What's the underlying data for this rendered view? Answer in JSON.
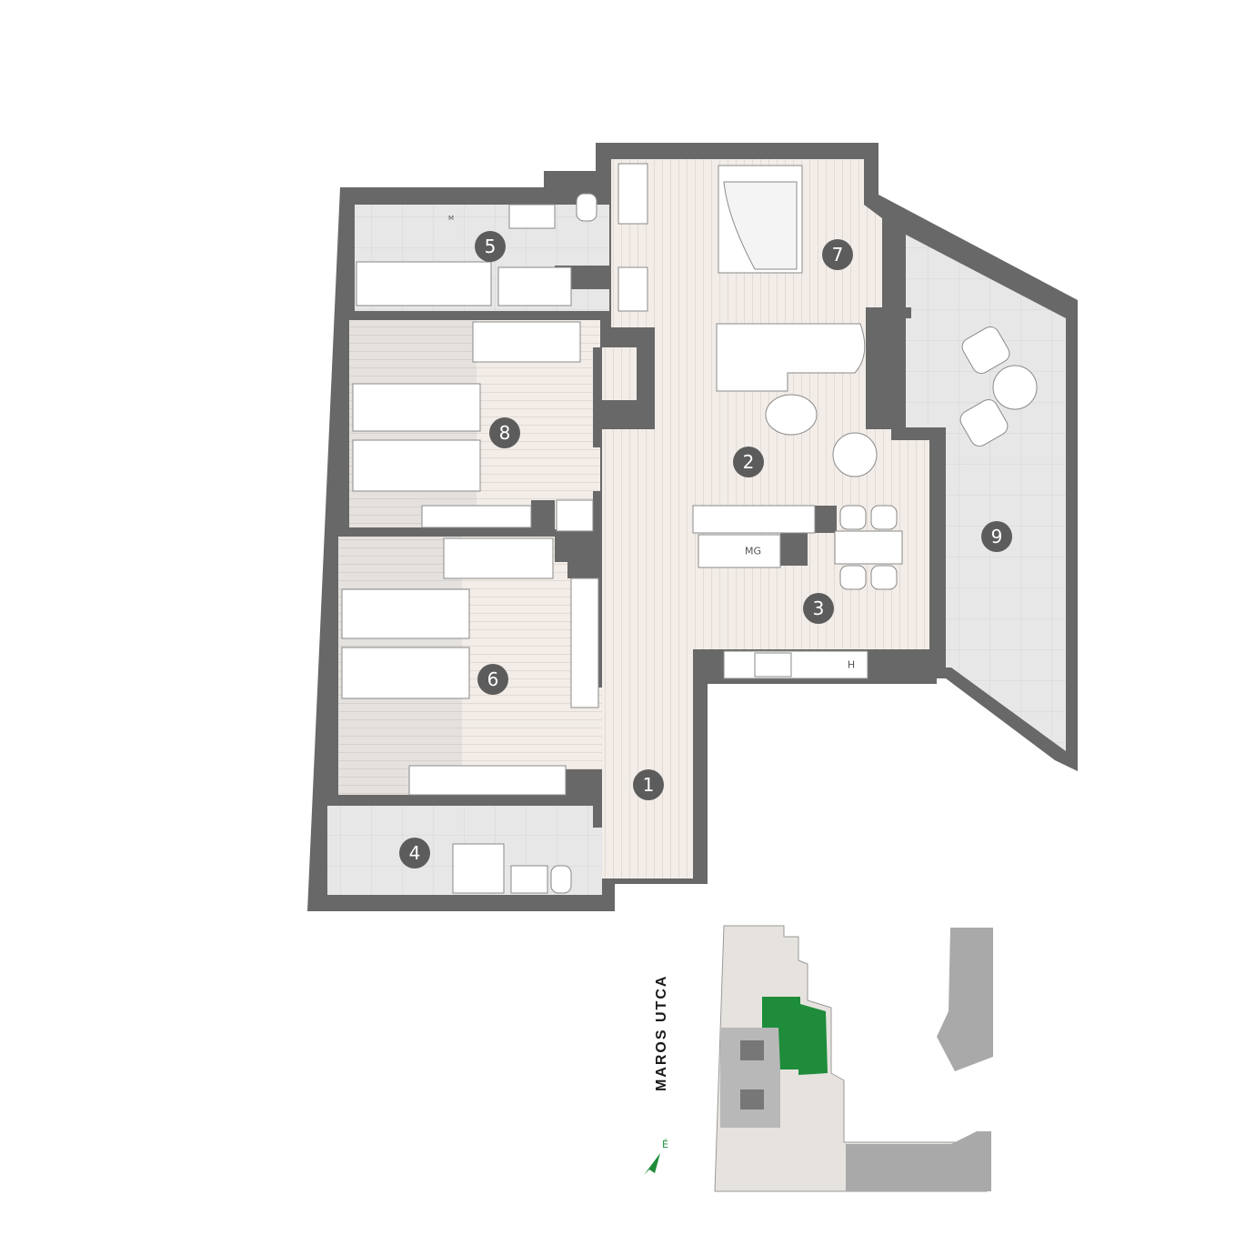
{
  "plan": {
    "rooms": [
      {
        "id": "room-1",
        "number": "1"
      },
      {
        "id": "room-2",
        "number": "2"
      },
      {
        "id": "room-3",
        "number": "3"
      },
      {
        "id": "room-4",
        "number": "4"
      },
      {
        "id": "room-5",
        "number": "5"
      },
      {
        "id": "room-6",
        "number": "6"
      },
      {
        "id": "room-7",
        "number": "7"
      },
      {
        "id": "room-8",
        "number": "8"
      },
      {
        "id": "room-9",
        "number": "9"
      }
    ],
    "fixtures": {
      "fridge_label": "MG",
      "hood_label": "H",
      "washer_label": "M"
    }
  },
  "site_map": {
    "street_label": "MAROS UTCA",
    "compass_letter": "É",
    "highlight_color": "#1e8c3a"
  },
  "colors": {
    "wall": "#666666",
    "wood_floor": "#f1ebe6",
    "tile_floor": "#e6e6e6",
    "marker": "#5c5c5c"
  }
}
